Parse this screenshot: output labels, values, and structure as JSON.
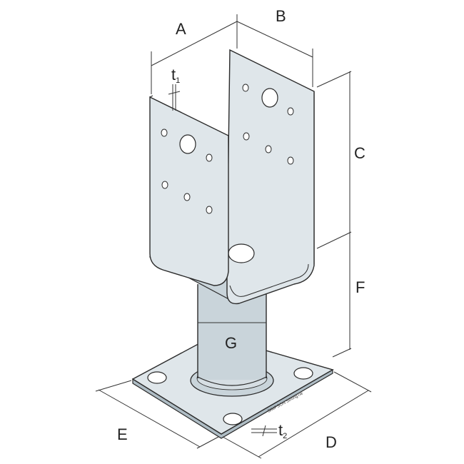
{
  "dimensions": {
    "A": "A",
    "B": "B",
    "C": "C",
    "F": "F",
    "G": "G",
    "D": "D",
    "E": "E",
    "t1": {
      "base": "t",
      "sub": "1"
    },
    "t2": {
      "base": "t",
      "sub": "2"
    }
  },
  "stamp": "SIMPSON StrongTie",
  "colors": {
    "steel_light": "#dfe6ea",
    "steel_mid": "#c9d4da",
    "steel_dark": "#aebcc4",
    "outline": "#2a2a2a",
    "dim_line": "#333333",
    "hole": "#ffffff"
  }
}
